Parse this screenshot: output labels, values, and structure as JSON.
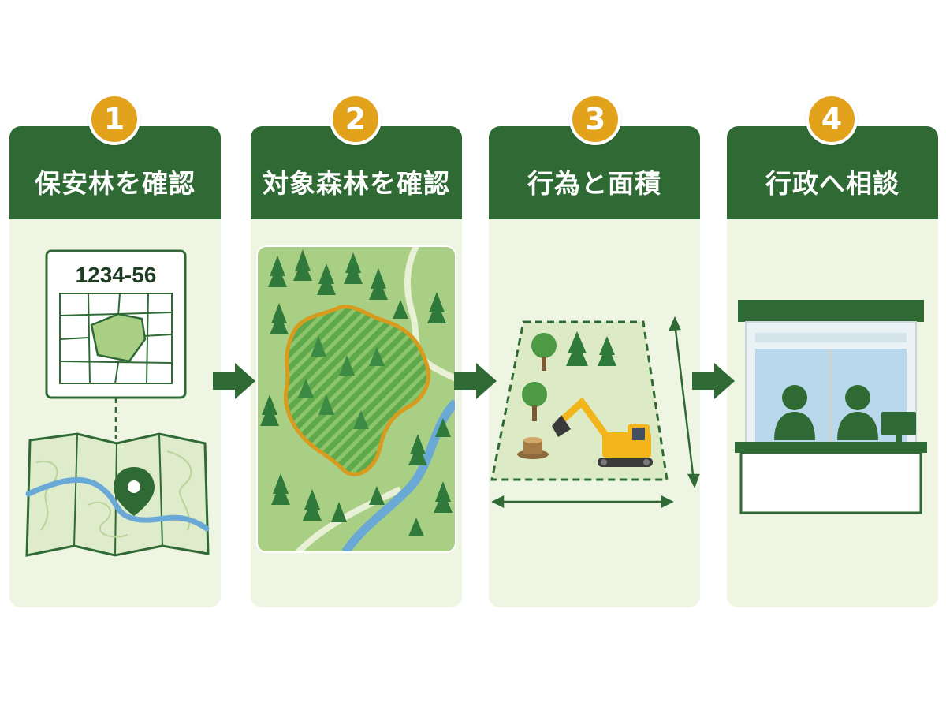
{
  "steps": [
    {
      "number": "1",
      "title": "保安林を確認",
      "lot_number": "1234-56"
    },
    {
      "number": "2",
      "title": "対象森林を確認"
    },
    {
      "number": "3",
      "title": "行為と面積"
    },
    {
      "number": "4",
      "title": "行政へ相談"
    }
  ],
  "colors": {
    "header_green": "#2f6a35",
    "badge_gold": "#e2a21c",
    "panel_bg": "#eef5e3",
    "forest_light": "#a9cf84",
    "tree_dark": "#2f7a3a",
    "river_blue": "#6aa9d6",
    "boundary_orange": "#d89b1e",
    "excavator_yellow": "#f2b61c"
  },
  "icons": [
    "map-pin-icon",
    "excavator-icon",
    "tree-icon",
    "stump-icon",
    "person-icon",
    "monitor-icon",
    "arrow-right-icon"
  ]
}
